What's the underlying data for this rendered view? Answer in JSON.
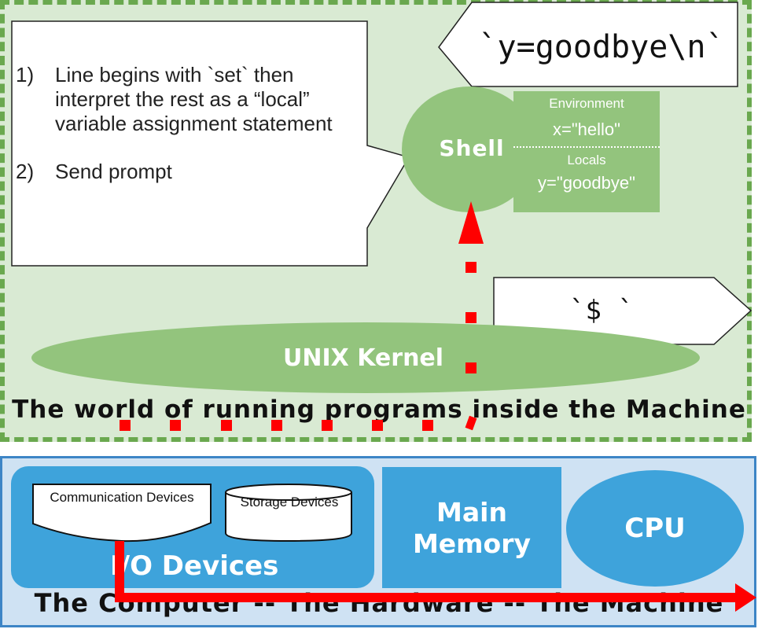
{
  "world": {
    "caption": "The world of running programs inside the Machine"
  },
  "explanation": {
    "steps": [
      {
        "num": "1)",
        "text": "Line begins with `set` then interpret the rest as a “local” variable assignment statement"
      },
      {
        "num": "2)",
        "text": "Send prompt"
      }
    ]
  },
  "input_line": "`y=goodbye\\n`",
  "shell": {
    "label": "Shell",
    "environment_title": "Environment",
    "environment_value": "x=\"hello\"",
    "locals_title": "Locals",
    "locals_value": "y=\"goodbye\""
  },
  "prompt": "`$ `",
  "kernel": {
    "label": "UNIX Kernel"
  },
  "hardware": {
    "caption": "The Computer -- The Hardware -- The Machine",
    "io_label": "I/O Devices",
    "communication": "Communication Devices",
    "storage": "Storage Devices",
    "memory": "Main Memory",
    "cpu": "CPU"
  },
  "colors": {
    "world_bg": "#d9ead3",
    "world_border": "#6aa84f",
    "green_shape": "#93c47d",
    "hardware_bg": "#cfe2f3",
    "blue_shape": "#3ea3db",
    "arrow": "#ff0000"
  }
}
